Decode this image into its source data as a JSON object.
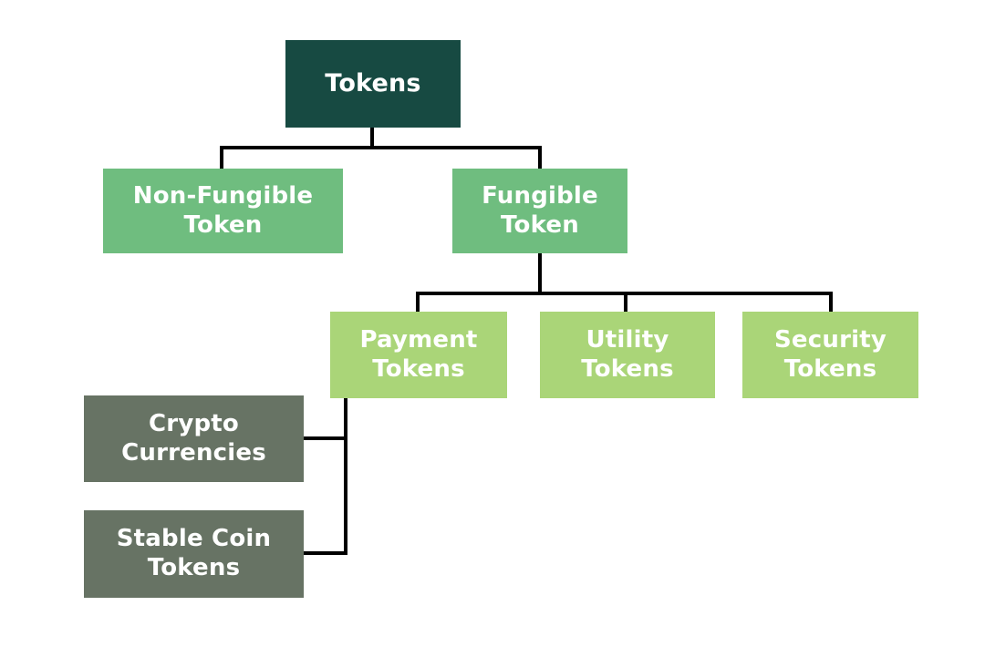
{
  "diagram": {
    "type": "tree",
    "background": "#ffffff",
    "line_color": "#000000",
    "text_color": "#ffffff",
    "nodes": {
      "root": {
        "label": "Tokens",
        "line1": "Tokens",
        "line2": "",
        "color": "#174a42",
        "level": 1
      },
      "nft": {
        "label": "Non-Fungible Token",
        "line1": "Non-Fungible",
        "line2": "Token",
        "color": "#6fbd7f",
        "level": 2
      },
      "fungible": {
        "label": "Fungible Token",
        "line1": "Fungible",
        "line2": "Token",
        "color": "#6fbd7f",
        "level": 2
      },
      "payment": {
        "label": "Payment Tokens",
        "line1": "Payment",
        "line2": "Tokens",
        "color": "#aad578",
        "level": 3
      },
      "utility": {
        "label": "Utility Tokens",
        "line1": "Utility",
        "line2": "Tokens",
        "color": "#aad578",
        "level": 3
      },
      "security": {
        "label": "Security Tokens",
        "line1": "Security",
        "line2": "Tokens",
        "color": "#aad578",
        "level": 3
      },
      "crypto": {
        "label": "Crypto Currencies",
        "line1": "Crypto",
        "line2": "Currencies",
        "color": "#677364",
        "level": 4
      },
      "stable": {
        "label": "Stable Coin Tokens",
        "line1": "Stable Coin",
        "line2": "Tokens",
        "color": "#677364",
        "level": 4
      }
    },
    "edges": [
      {
        "from": "root",
        "to": "nft"
      },
      {
        "from": "root",
        "to": "fungible"
      },
      {
        "from": "fungible",
        "to": "payment"
      },
      {
        "from": "fungible",
        "to": "utility"
      },
      {
        "from": "fungible",
        "to": "security"
      },
      {
        "from": "payment",
        "to": "crypto"
      },
      {
        "from": "payment",
        "to": "stable"
      }
    ]
  }
}
